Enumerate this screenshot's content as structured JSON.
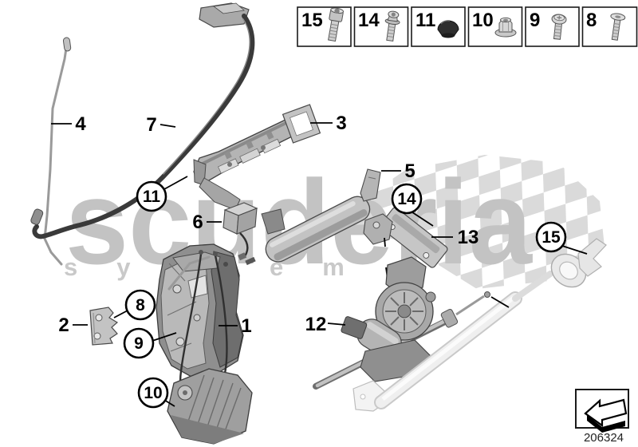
{
  "watermark": {
    "brand": "scuderia",
    "tagline": "system"
  },
  "legend": {
    "items": [
      {
        "number": "15",
        "icon": "cheese-head-screw-icon"
      },
      {
        "number": "14",
        "icon": "torx-flange-screw-icon"
      },
      {
        "number": "11",
        "icon": "sealing-plug-icon"
      },
      {
        "number": "10",
        "icon": "flange-nut-icon"
      },
      {
        "number": "9",
        "icon": "pan-head-screw-icon"
      },
      {
        "number": "8",
        "icon": "countersunk-screw-icon"
      }
    ]
  },
  "callouts": {
    "plain": [
      {
        "number": "4"
      },
      {
        "number": "7"
      },
      {
        "number": "3"
      },
      {
        "number": "5"
      },
      {
        "number": "6"
      },
      {
        "number": "1"
      },
      {
        "number": "2"
      },
      {
        "number": "12"
      },
      {
        "number": "13"
      }
    ],
    "circled": [
      {
        "number": "11"
      },
      {
        "number": "8"
      },
      {
        "number": "9"
      },
      {
        "number": "10"
      },
      {
        "number": "14"
      },
      {
        "number": "15"
      }
    ]
  },
  "footer": {
    "doc_number": "206324"
  },
  "colors": {
    "watermark": "#c3c3c3",
    "checker": "#dadada",
    "outline": "#424242"
  }
}
